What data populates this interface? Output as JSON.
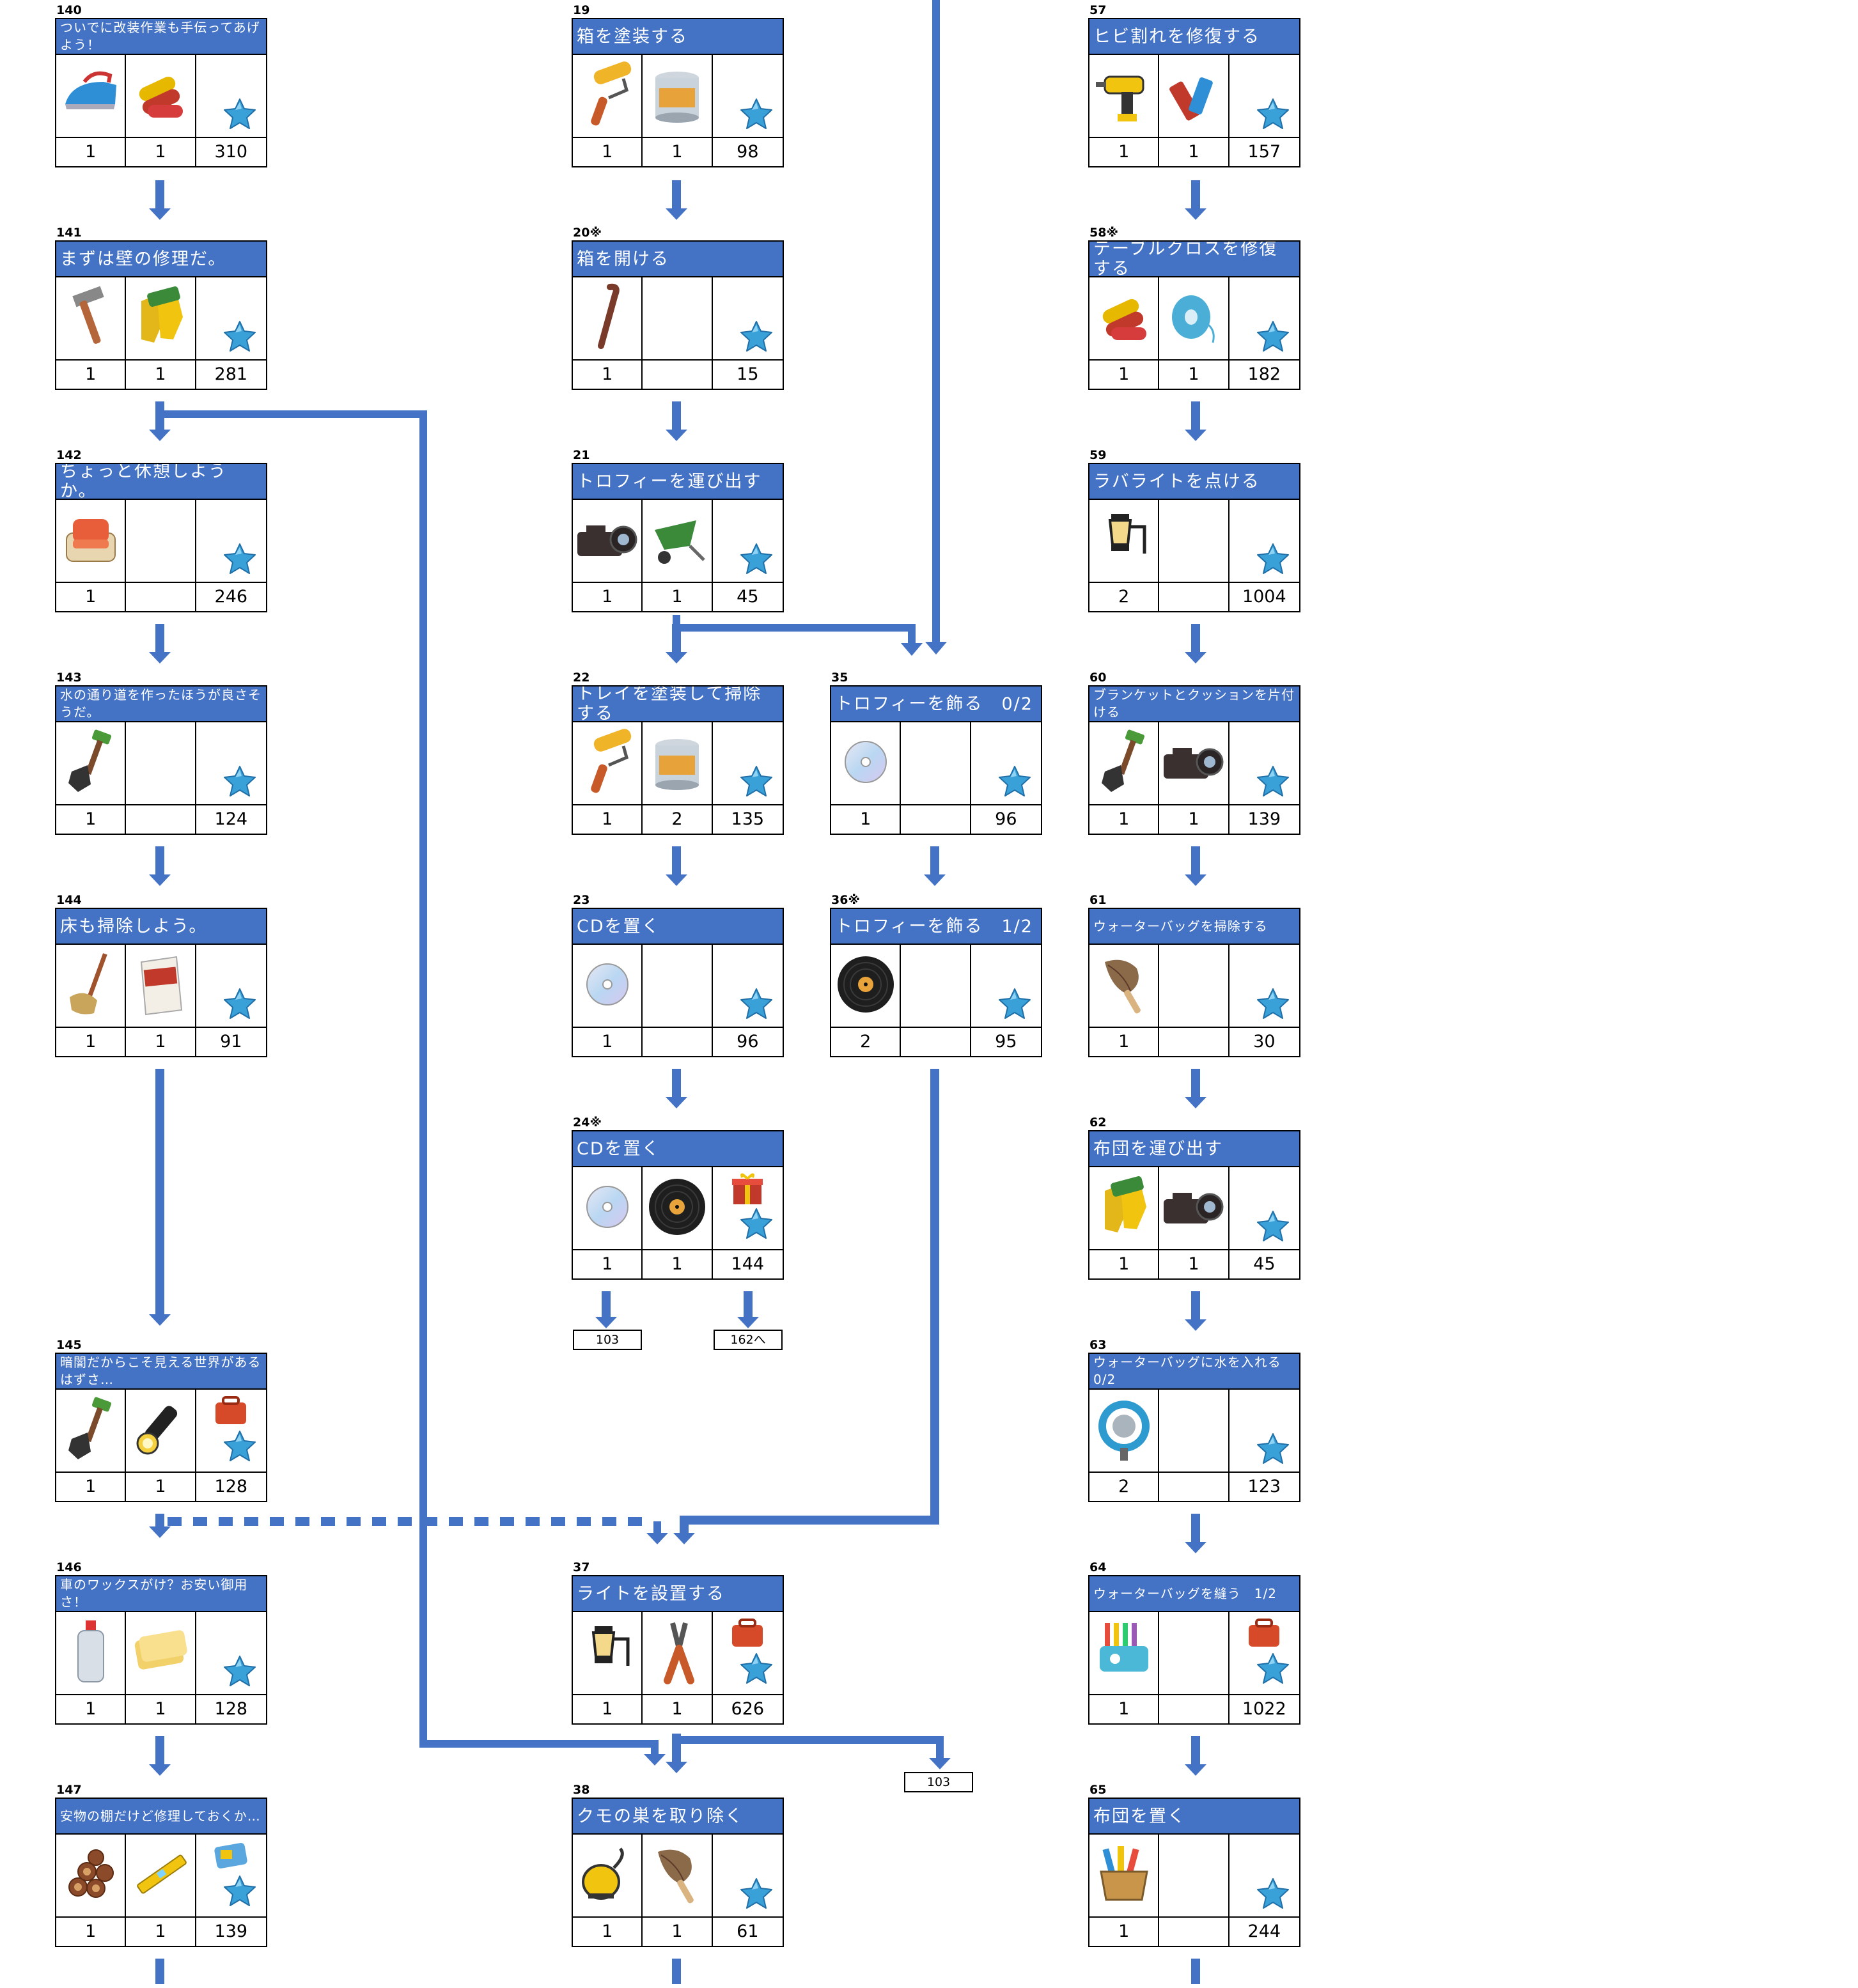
{
  "colors": {
    "header": "#4472c4",
    "arrow": "#4472c4",
    "star": "#3aa0d8"
  },
  "tasks": [
    {
      "id": "140",
      "title": "ついでに改装作業も手伝ってあげよう！",
      "small": true,
      "items": [
        {
          "icon": "iron-icon",
          "count": "1"
        },
        {
          "icon": "fabric-rolls-icon",
          "count": "1"
        }
      ],
      "reward": "310"
    },
    {
      "id": "141",
      "title": "まずは壁の修理だ。",
      "items": [
        {
          "icon": "hammer-icon",
          "count": "1"
        },
        {
          "icon": "work-gloves-icon",
          "count": "1"
        }
      ],
      "reward": "281"
    },
    {
      "id": "142",
      "title": "ちょっと休憩しようか。",
      "items": [
        {
          "icon": "armchair-icon",
          "count": "1"
        }
      ],
      "reward": "246"
    },
    {
      "id": "143",
      "title": "水の通り道を作ったほうが良さそうだ。",
      "small": true,
      "items": [
        {
          "icon": "shovel-icon",
          "count": "1"
        }
      ],
      "reward": "124"
    },
    {
      "id": "144",
      "title": "床も掃除しよう。",
      "items": [
        {
          "icon": "mop-icon",
          "count": "1"
        },
        {
          "icon": "detergent-box-icon",
          "count": "1"
        }
      ],
      "reward": "91"
    },
    {
      "id": "145",
      "title": "暗闇だからこそ見える世界があるはずさ…",
      "small": true,
      "items": [
        {
          "icon": "shovel-icon",
          "count": "1"
        },
        {
          "icon": "flashlight-icon",
          "count": "1"
        }
      ],
      "reward": "128",
      "bonus": "red-bag-icon"
    },
    {
      "id": "146",
      "title": "車のワックスがけ？お安い御用さ！",
      "small": true,
      "items": [
        {
          "icon": "spray-bottle-icon",
          "count": "1"
        },
        {
          "icon": "sponge-icon",
          "count": "1"
        }
      ],
      "reward": "128"
    },
    {
      "id": "147",
      "title": "安物の棚だけど修理しておくか…",
      "small": true,
      "items": [
        {
          "icon": "firewood-icon",
          "count": "1"
        },
        {
          "icon": "level-tool-icon",
          "count": "1"
        }
      ],
      "reward": "139",
      "bonus": "blue-case-icon"
    },
    {
      "id": "19",
      "title": "箱を塗装する",
      "items": [
        {
          "icon": "paint-roller-icon",
          "count": "1"
        },
        {
          "icon": "paint-can-icon",
          "count": "1"
        }
      ],
      "reward": "98"
    },
    {
      "id": "20※",
      "title": "箱を開ける",
      "items": [
        {
          "icon": "crowbar-icon",
          "count": "1"
        }
      ],
      "reward": "15"
    },
    {
      "id": "21",
      "title": "トロフィーを運び出す",
      "items": [
        {
          "icon": "camera-icon",
          "count": "1"
        },
        {
          "icon": "wheelbarrow-icon",
          "count": "1"
        }
      ],
      "reward": "45"
    },
    {
      "id": "22",
      "title": "トレイを塗装して掃除する",
      "items": [
        {
          "icon": "paint-roller-icon",
          "count": "1"
        },
        {
          "icon": "paint-can-icon",
          "count": "2"
        }
      ],
      "reward": "135"
    },
    {
      "id": "23",
      "title": "CDを置く",
      "items": [
        {
          "icon": "cd-icon",
          "count": "1"
        }
      ],
      "reward": "96"
    },
    {
      "id": "24※",
      "title": "CDを置く",
      "items": [
        {
          "icon": "cd-icon",
          "count": "1"
        },
        {
          "icon": "vinyl-record-icon",
          "count": "1"
        }
      ],
      "reward": "144",
      "bonus": "gift-box-icon"
    },
    {
      "id": "35",
      "title": "トロフィーを飾る　0/2",
      "items": [
        {
          "icon": "cd-icon",
          "count": "1"
        }
      ],
      "reward": "96"
    },
    {
      "id": "36※",
      "title": "トロフィーを飾る　1/2",
      "items": [
        {
          "icon": "vinyl-record-icon",
          "count": "2"
        }
      ],
      "reward": "95"
    },
    {
      "id": "37",
      "title": "ライトを設置する",
      "items": [
        {
          "icon": "lantern-icon",
          "count": "1"
        },
        {
          "icon": "pliers-icon",
          "count": "1"
        }
      ],
      "reward": "626",
      "bonus": "red-bag-icon"
    },
    {
      "id": "38",
      "title": "クモの巣を取り除く",
      "items": [
        {
          "icon": "vacuum-icon",
          "count": "1"
        },
        {
          "icon": "feather-duster-icon",
          "count": "1"
        }
      ],
      "reward": "61"
    },
    {
      "id": "57",
      "title": "ヒビ割れを修復する",
      "items": [
        {
          "icon": "drill-icon",
          "count": "1"
        },
        {
          "icon": "glue-icon",
          "count": "1"
        }
      ],
      "reward": "157"
    },
    {
      "id": "58※",
      "title": "テーブルクロスを修復する",
      "items": [
        {
          "icon": "fabric-rolls-icon",
          "count": "1"
        },
        {
          "icon": "thread-spool-icon",
          "count": "1"
        }
      ],
      "reward": "182"
    },
    {
      "id": "59",
      "title": "ラバライトを点ける",
      "items": [
        {
          "icon": "lantern-icon",
          "count": "2"
        }
      ],
      "reward": "1004"
    },
    {
      "id": "60",
      "title": "ブランケットとクッションを片付ける",
      "small": true,
      "items": [
        {
          "icon": "shovel-icon",
          "count": "1"
        },
        {
          "icon": "camera-icon",
          "count": "1"
        }
      ],
      "reward": "139"
    },
    {
      "id": "61",
      "title": "ウォーターバッグを掃除する",
      "small": true,
      "items": [
        {
          "icon": "feather-duster-icon",
          "count": "1"
        }
      ],
      "reward": "30"
    },
    {
      "id": "62",
      "title": "布団を運び出す",
      "items": [
        {
          "icon": "work-gloves-icon",
          "count": "1"
        },
        {
          "icon": "camera-icon",
          "count": "1"
        }
      ],
      "reward": "45"
    },
    {
      "id": "63",
      "title": "ウォーターバッグに水を入れる 0/2",
      "small": true,
      "items": [
        {
          "icon": "hose-reel-icon",
          "count": "2"
        }
      ],
      "reward": "123"
    },
    {
      "id": "64",
      "title": "ウォーターバッグを縫う　1/2",
      "small": true,
      "items": [
        {
          "icon": "sewing-machine-icon",
          "count": "1"
        }
      ],
      "reward": "1022",
      "bonus": "red-bag-icon"
    },
    {
      "id": "65",
      "title": "布団を置く",
      "items": [
        {
          "icon": "basket-icon",
          "count": "1"
        }
      ],
      "reward": "244"
    }
  ],
  "refs": {
    "ref_24a": "103",
    "ref_24b": "162へ",
    "ref_37": "103"
  }
}
